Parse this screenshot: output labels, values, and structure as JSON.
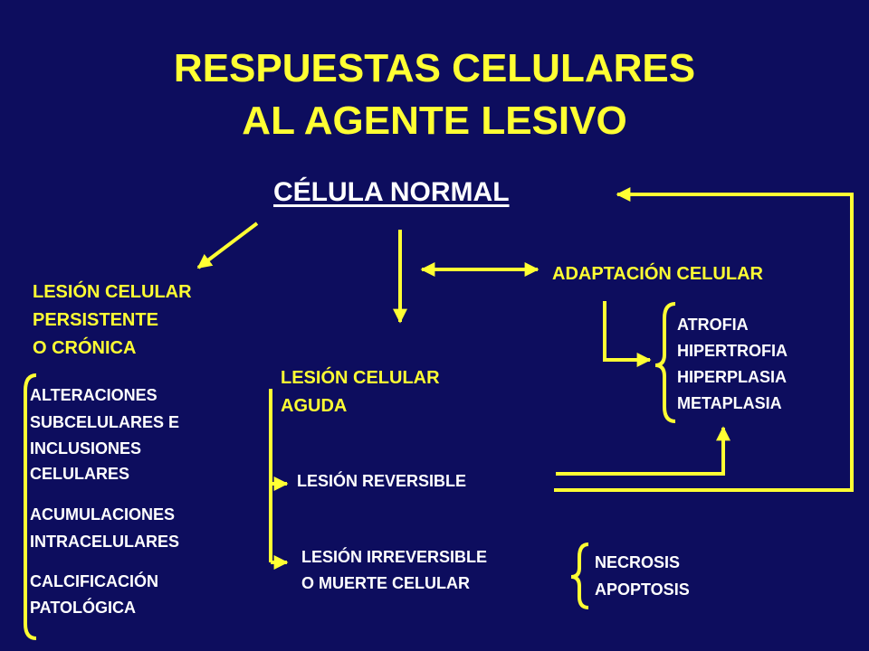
{
  "title": {
    "line1": "RESPUESTAS CELULARES",
    "line2": "AL AGENTE LESIVO"
  },
  "center": {
    "normal": "CÉLULA NORMAL"
  },
  "adaptation": {
    "heading": "ADAPTACIÓN CELULAR",
    "items": [
      "ATROFIA",
      "HIPERTROFIA",
      "HIPERPLASIA",
      "METAPLASIA"
    ]
  },
  "chronic": {
    "heading": [
      "LESIÓN CELULAR",
      "PERSISTENTE",
      "O CRÓNICA"
    ],
    "groups": [
      [
        "ALTERACIONES",
        "SUBCELULARES E",
        "INCLUSIONES",
        "CELULARES"
      ],
      [
        "ACUMULACIONES",
        "INTRACELULARES"
      ],
      [
        "CALCIFICACIÓN",
        "PATOLÓGICA"
      ]
    ]
  },
  "acute": {
    "heading": [
      "LESIÓN CELULAR",
      "AGUDA"
    ],
    "reversible": "LESIÓN REVERSIBLE",
    "irreversible": [
      "LESIÓN IRREVERSIBLE",
      "O MUERTE CELULAR"
    ]
  },
  "death": {
    "items": [
      "NECROSIS",
      "APOPTOSIS"
    ]
  },
  "colors": {
    "background": "#0d0d5e",
    "accent": "#ffff33",
    "text": "#ffffff"
  }
}
